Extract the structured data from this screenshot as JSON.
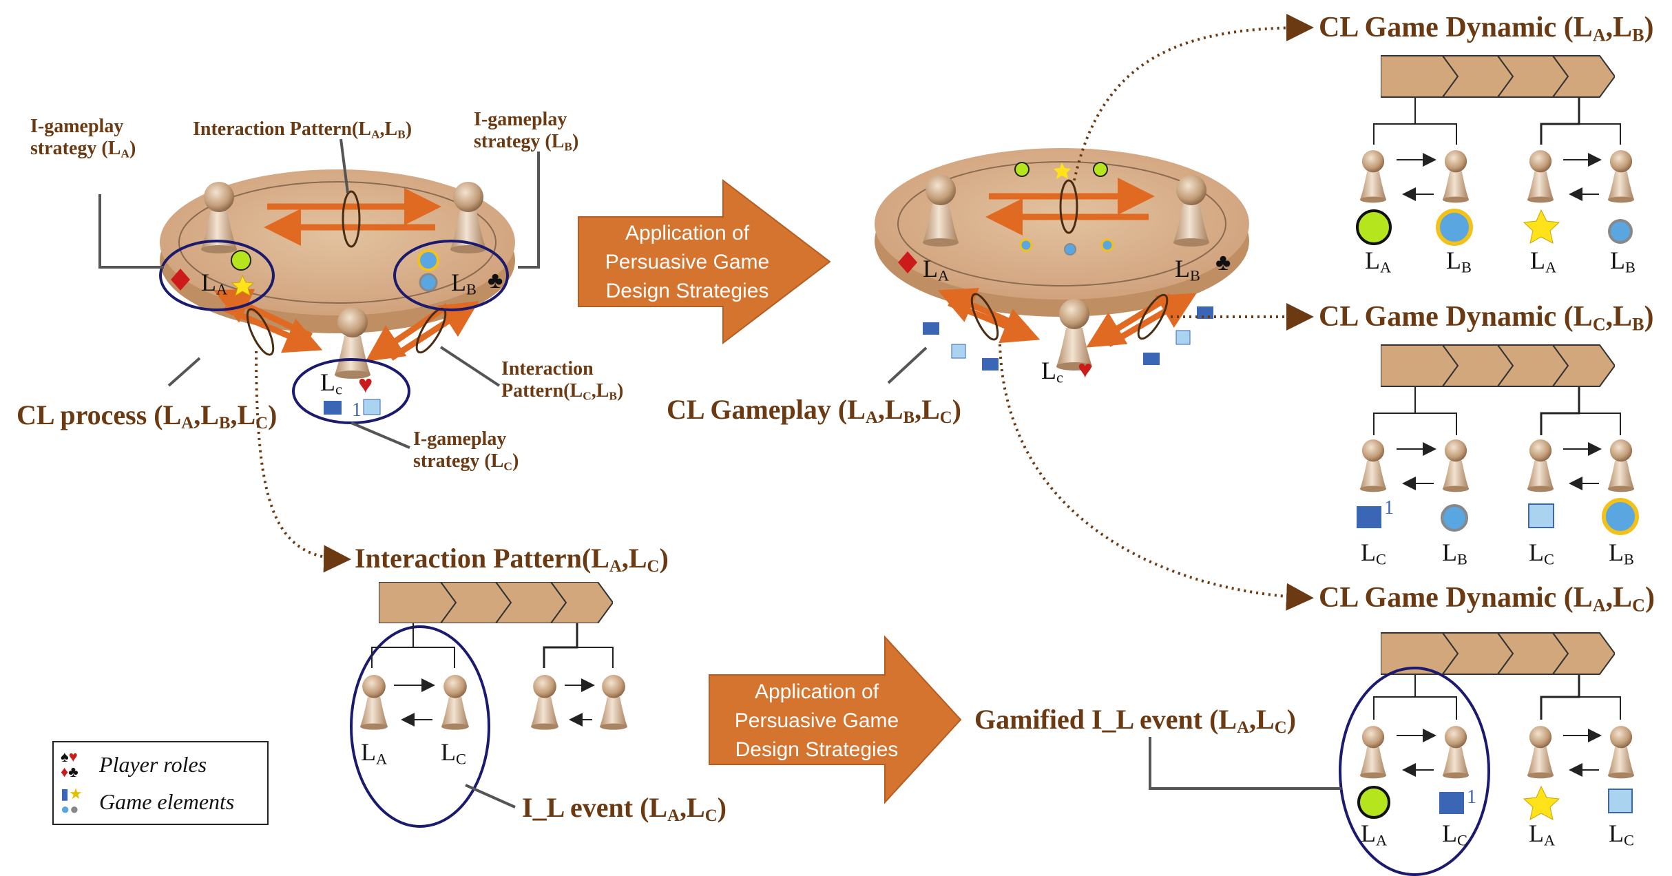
{
  "labels": {
    "igs_a_line1": "I-gameplay",
    "igs_a_line2": "strategy (L",
    "igs_a_sub": "A",
    "igs_b_line1": "I-gameplay",
    "igs_b_line2": "strategy (L",
    "igs_b_sub": "B",
    "igs_c_line1": "I-gameplay",
    "igs_c_line2": "strategy (L",
    "igs_c_sub": "C",
    "interaction_ab": "Interaction Pattern(L",
    "interaction_cb_line1": "Interaction",
    "interaction_cb_line2": "Pattern(L",
    "cl_process": "CL process (L",
    "cl_gameplay": "CL Gameplay (L",
    "interaction_ac": "Interaction Pattern(L",
    "i_l_event": "I_L event (L",
    "gamified_event": "Gamified I_L event (L",
    "dyn_ab": "CL Game Dynamic (L",
    "dyn_cb": "CL Game Dynamic (L",
    "dyn_ac": "CL Game Dynamic (L"
  },
  "subs": {
    "a": "A",
    "b": "B",
    "c": "C",
    "lc_small": "c"
  },
  "player_labels": {
    "la": "L",
    "lb": "L",
    "lc": "L"
  },
  "arrow1": {
    "line1": "Application of",
    "line2": "Persuasive Game",
    "line3": "Design Strategies"
  },
  "arrow2": {
    "line1": "Application of",
    "line2": "Persuasive Game",
    "line3": "Design Strategies"
  },
  "legend": {
    "player_roles": "Player roles",
    "game_elements": "Game elements"
  },
  "thumb_count": "1",
  "colors": {
    "brown_text": "#6b3a12",
    "orange_arrow": "#d4742f",
    "table": "#d8ae84",
    "chevron": "#d2a77c",
    "navy": "#1a1a6e",
    "red_suit": "#cc1b1b"
  }
}
